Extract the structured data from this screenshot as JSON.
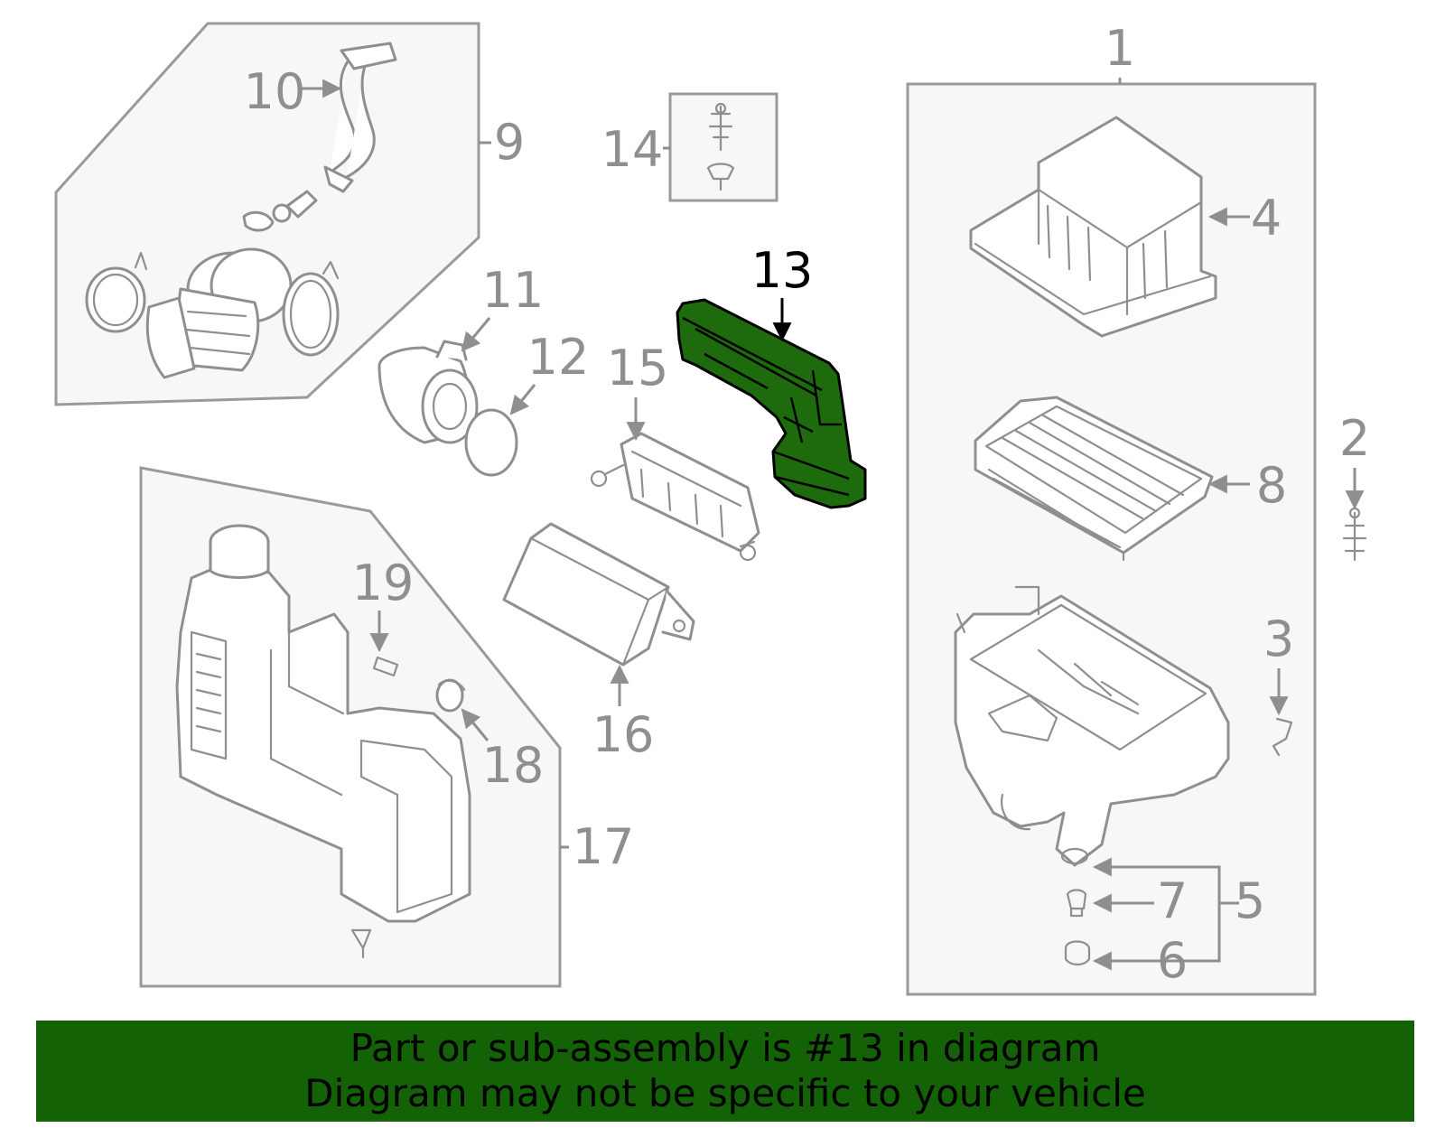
{
  "colors": {
    "highlight": "#1d6b0c",
    "banner": "#146206",
    "line": "#8f8f8f"
  },
  "highlighted_part": "13",
  "callouts": {
    "c1": "1",
    "c2": "2",
    "c3": "3",
    "c4": "4",
    "c5": "5",
    "c6": "6",
    "c7": "7",
    "c8": "8",
    "c9": "9",
    "c10": "10",
    "c11": "11",
    "c12": "12",
    "c13": "13",
    "c14": "14",
    "c15": "15",
    "c16": "16",
    "c17": "17",
    "c18": "18",
    "c19": "19"
  },
  "banner": {
    "line1": "Part or sub-assembly is #13 in diagram",
    "line2": "Diagram may not be specific to your vehicle"
  }
}
